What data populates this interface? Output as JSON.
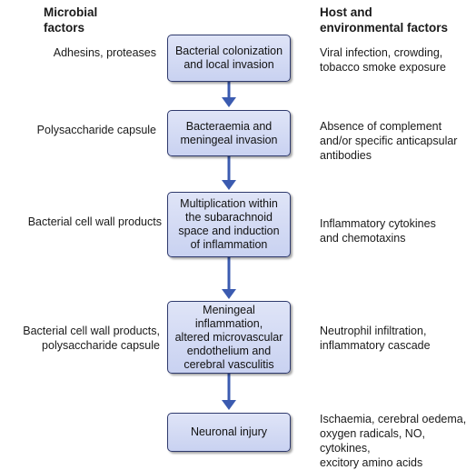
{
  "headers": {
    "left": [
      "Microbial",
      "factors"
    ],
    "right": [
      "Host and",
      "environmental factors"
    ]
  },
  "stages": [
    {
      "step": [
        "Bacterial colonization",
        "and local invasion"
      ],
      "microbial": [
        "Adhesins, proteases"
      ],
      "host": [
        "Viral infection, crowding,",
        "tobacco smoke exposure"
      ]
    },
    {
      "step": [
        "Bacteraemia and",
        "meningeal invasion"
      ],
      "microbial": [
        "Polysaccharide capsule"
      ],
      "host": [
        "Absence of complement",
        "and/or specific anticapsular",
        "antibodies"
      ]
    },
    {
      "step": [
        "Multiplication within",
        "the subarachnoid",
        "space and induction",
        "of inflammation"
      ],
      "microbial": [
        "Bacterial cell wall products"
      ],
      "host": [
        "Inflammatory cytokines",
        "and chemotaxins"
      ]
    },
    {
      "step": [
        "Meningeal inflammation,",
        "altered microvascular",
        "endothelium and",
        "cerebral vasculitis"
      ],
      "microbial": [
        "Bacterial cell wall products,",
        "polysaccharide capsule"
      ],
      "host": [
        "Neutrophil infiltration,",
        "inflammatory cascade"
      ]
    },
    {
      "step": [
        "Neuronal injury"
      ],
      "microbial": [],
      "host": [
        "Ischaemia, cerebral oedema,",
        "oxygen radicals, NO, cytokines,",
        "excitory amino acids"
      ]
    }
  ],
  "colors": {
    "arrow": "#3b5bb0",
    "box_border": "#2f3a6d",
    "box_fill_top": "#dfe4f7",
    "box_fill_bottom": "#c9d2f1"
  }
}
